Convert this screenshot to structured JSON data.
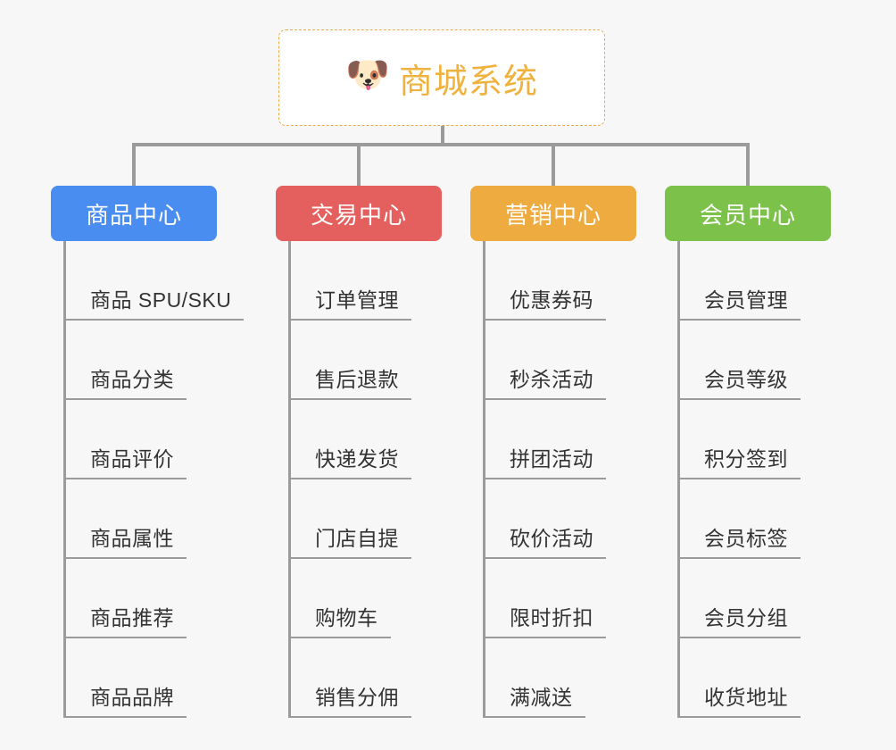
{
  "page": {
    "background_color": "#f7f7f7",
    "type": "org-chart"
  },
  "root": {
    "icon": "dog-face-emoji",
    "icon_glyph": "🐶",
    "title": "商城系统",
    "text_color": "#efb23f",
    "border_color": "#e8aa45",
    "background_color": "#ffffff"
  },
  "connector_color": "#9b9b9b",
  "columns": [
    {
      "id": "product-center",
      "title": "商品中心",
      "color": "#4a8df0",
      "items": [
        "商品 SPU/SKU",
        "商品分类",
        "商品评价",
        "商品属性",
        "商品推荐",
        "商品品牌"
      ]
    },
    {
      "id": "trade-center",
      "title": "交易中心",
      "color": "#e4605f",
      "items": [
        "订单管理",
        "售后退款",
        "快递发货",
        "门店自提",
        "购物车",
        "销售分佣"
      ]
    },
    {
      "id": "marketing-center",
      "title": "营销中心",
      "color": "#eeab3f",
      "items": [
        "优惠券码",
        "秒杀活动",
        "拼团活动",
        "砍价活动",
        "限时折扣",
        "满减送"
      ]
    },
    {
      "id": "member-center",
      "title": "会员中心",
      "color": "#7cc24a",
      "items": [
        "会员管理",
        "会员等级",
        "积分签到",
        "会员标签",
        "会员分组",
        "收货地址"
      ]
    }
  ]
}
